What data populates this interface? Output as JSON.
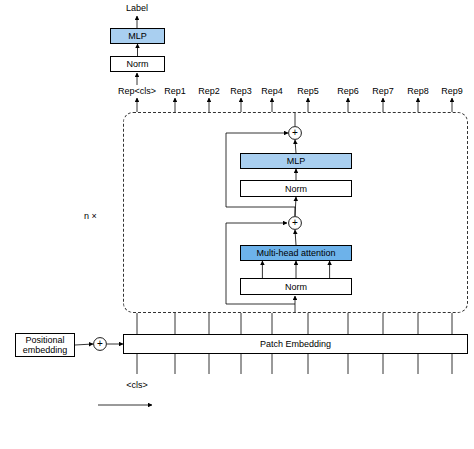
{
  "diagram": {
    "nodes": [
      {
        "text": [
          "MLP"
        ]
      },
      {
        "text": [
          "Norm"
        ]
      },
      {
        "text": [
          "n ×"
        ]
      },
      {
        "text": [
          "+"
        ],
        "in": 2
      },
      {
        "text": [
          "MLP"
        ],
        "in": 2
      },
      {
        "text": [
          "Norm"
        ],
        "in": 2
      },
      {
        "text": [
          "+"
        ],
        "in": 2
      },
      {
        "text": [
          "Multi-head attention"
        ],
        "in": 2
      },
      {
        "text": [
          "Norm"
        ],
        "in": 2
      },
      {
        "text": [
          "Positional embedding"
        ]
      },
      {
        "text": [
          "+"
        ]
      },
      {
        "text": [
          "Patch Embedding"
        ]
      }
    ],
    "edges": [
      {
        "from": 1,
        "to": 0,
        "arrow": "to"
      },
      {
        "from": 8,
        "to": 7,
        "arrow": "to"
      },
      {
        "from": 7,
        "to": 6,
        "arrow": "to"
      },
      {
        "from": 6,
        "to": 5,
        "arrow": "to"
      },
      {
        "from": 5,
        "to": 4,
        "arrow": "to"
      },
      {
        "from": 4,
        "to": 3,
        "arrow": "to"
      },
      {
        "from": 6,
        "to": 3,
        "arrow": "to"
      },
      {
        "from": 9,
        "to": 10,
        "arrow": "to"
      },
      {
        "from": 10,
        "to": 11,
        "arrow": "to"
      }
    ],
    "labels": [
      "Label",
      "Rep<cls>",
      "Rep1",
      "Rep2",
      "Rep3",
      "Rep4",
      "Rep5",
      "Rep6",
      "Rep7",
      "Rep8",
      "Rep9",
      "<cls>"
    ]
  }
}
